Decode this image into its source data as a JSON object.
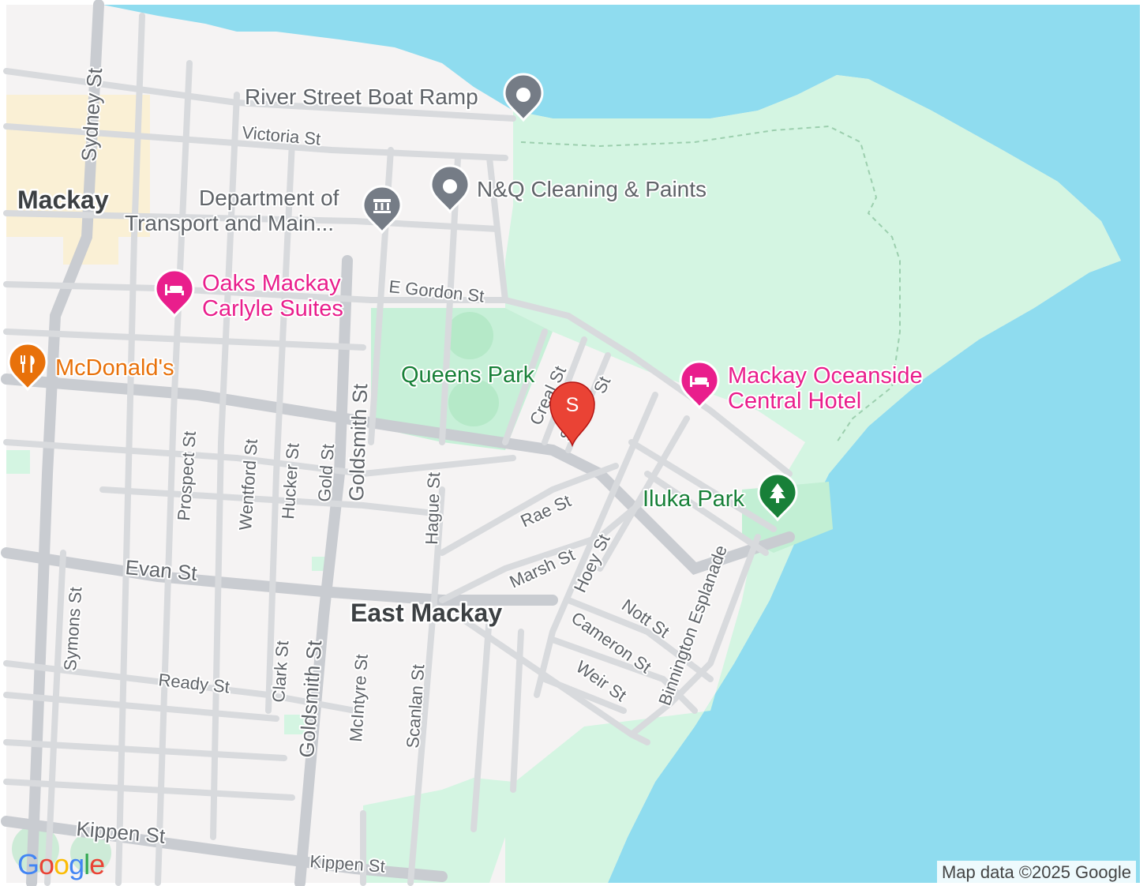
{
  "map": {
    "colors": {
      "land": "#f5f3f3",
      "water": "#8fdcef",
      "park": "#d4f5e2",
      "park_dark": "#b9eccc",
      "road": "#c9ccd1",
      "road_minor": "#d8dadd",
      "urban": "#fbefd2",
      "marker_red": "#ea4335",
      "poi_grey": "#757c86",
      "poi_pink": "#e91e8c",
      "poi_orange": "#e8710a",
      "poi_green": "#188038"
    },
    "suburbs": {
      "mackay": "Mackay",
      "east_mackay": "East Mackay"
    },
    "pois": {
      "boat_ramp": "River Street Boat Ramp",
      "nq_cleaning": "N&Q Cleaning & Paints",
      "dept_line1": "Department of",
      "dept_line2": "Transport and Main...",
      "oaks_line1": "Oaks Mackay",
      "oaks_line2": "Carlyle Suites",
      "mcdonalds": "McDonald's",
      "queens_park": "Queens Park",
      "oceanside_line1": "Mackay Oceanside",
      "oceanside_line2": "Central Hotel",
      "iluka_park": "Iluka Park"
    },
    "streets": {
      "sydney": "Sydney St",
      "victoria": "Victoria St",
      "e_gordon": "E Gordon St",
      "goldsmith_north": "Goldsmith St",
      "goldsmith_south": "Goldsmith St",
      "prospect": "Prospect St",
      "wentford": "Wentford St",
      "hucker": "Hucker St",
      "gold": "Gold St",
      "hague": "Hague St",
      "creal": "Creal St",
      "second": "St",
      "third": "St",
      "rae": "Rae St",
      "marsh": "Marsh St",
      "hoey": "Hoey St",
      "nott": "Nott St",
      "cameron": "Cameron St",
      "weir": "Weir St",
      "binnington": "Binnington Esplanade",
      "evan": "Evan St",
      "symons": "Symons St",
      "ready": "Ready St",
      "clark": "Clark St",
      "mcintyre": "McIntyre St",
      "scanlan": "Scanlan St",
      "kippen_west": "Kippen St",
      "kippen_east": "Kippen St"
    },
    "marker": {
      "letter": "S"
    },
    "attribution": "Map data ©2025 Google",
    "logo": {
      "letters": [
        "G",
        "o",
        "o",
        "g",
        "l",
        "e"
      ],
      "colors": [
        "#4285f4",
        "#ea4335",
        "#fbbc05",
        "#4285f4",
        "#34a853",
        "#ea4335"
      ]
    }
  }
}
